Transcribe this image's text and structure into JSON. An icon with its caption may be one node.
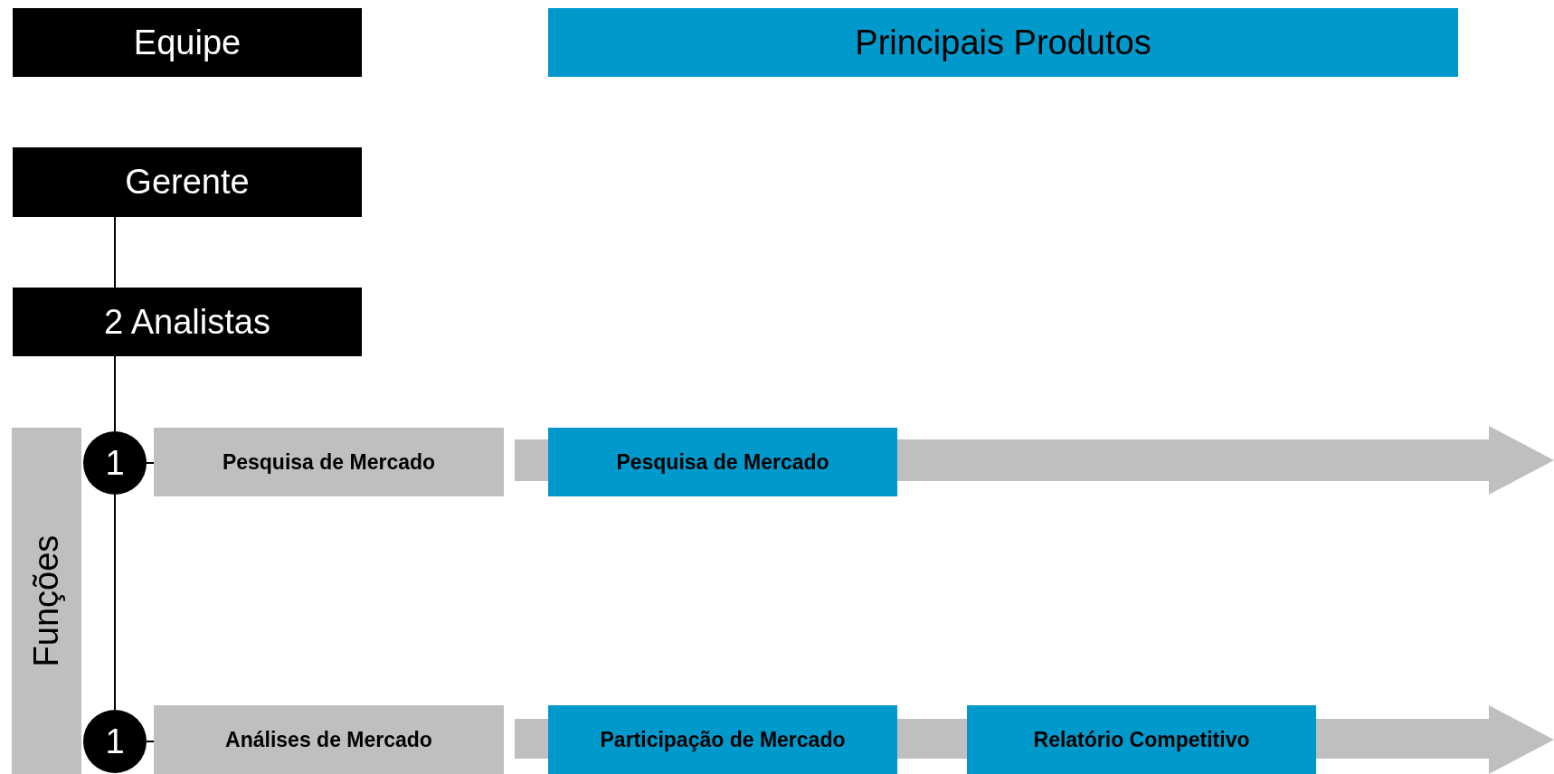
{
  "diagram": {
    "nodes": [
      {
        "text": [
          "Equipe"
        ]
      },
      {
        "text": [
          "Principais Produtos"
        ]
      },
      {
        "text": [
          "Gerente"
        ]
      },
      {
        "text": [
          "2 Analistas"
        ]
      },
      {
        "text": [
          "Funções"
        ]
      },
      {
        "text": [
          "1"
        ]
      },
      {
        "text": [
          "Pesquisa de Mercado"
        ]
      },
      {
        "text": [
          "1"
        ]
      },
      {
        "text": [
          "Análises de Mercado"
        ]
      },
      {
        "text": [
          "Pesquisa de Mercado"
        ]
      },
      {
        "text": [
          "Participação de Mercado"
        ]
      },
      {
        "text": [
          "Relatório Competitivo"
        ]
      }
    ],
    "edges": [
      {
        "from": 2,
        "to": 3,
        "arrow": "none"
      },
      {
        "from": 3,
        "to": 5,
        "arrow": "none"
      },
      {
        "from": 5,
        "to": 7,
        "arrow": "none"
      },
      {
        "from": 5,
        "to": 6,
        "arrow": "none"
      },
      {
        "from": 7,
        "to": 8,
        "arrow": "none"
      }
    ]
  }
}
